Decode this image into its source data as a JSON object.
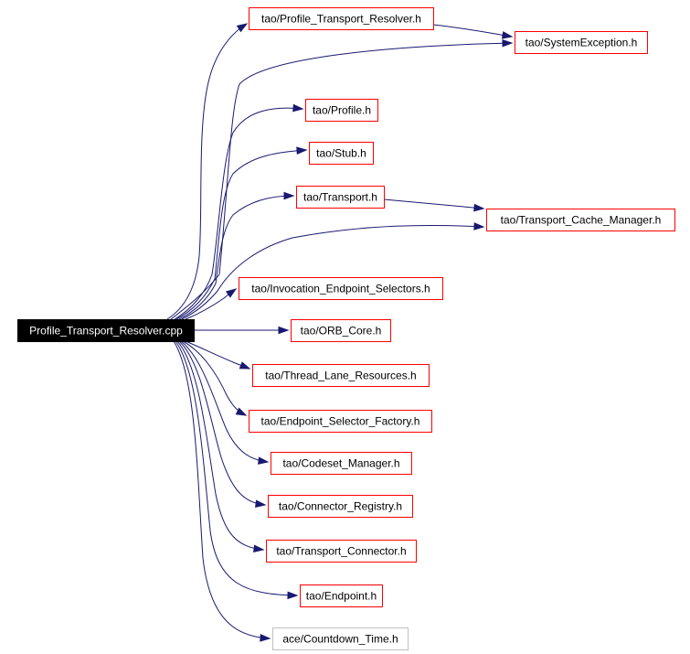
{
  "graph": {
    "root": {
      "id": "root",
      "label": "Profile_Transport_Resolver.cpp"
    },
    "nodes": [
      {
        "id": "ptr_h",
        "label": "tao/Profile_Transport_Resolver.h"
      },
      {
        "id": "sysexc",
        "label": "tao/SystemException.h"
      },
      {
        "id": "profile",
        "label": "tao/Profile.h"
      },
      {
        "id": "stub",
        "label": "tao/Stub.h"
      },
      {
        "id": "transport",
        "label": "tao/Transport.h"
      },
      {
        "id": "tcm",
        "label": "tao/Transport_Cache_Manager.h"
      },
      {
        "id": "ies",
        "label": "tao/Invocation_Endpoint_Selectors.h"
      },
      {
        "id": "orbcore",
        "label": "tao/ORB_Core.h"
      },
      {
        "id": "tlr",
        "label": "tao/Thread_Lane_Resources.h"
      },
      {
        "id": "esf",
        "label": "tao/Endpoint_Selector_Factory.h"
      },
      {
        "id": "csm",
        "label": "tao/Codeset_Manager.h"
      },
      {
        "id": "creg",
        "label": "tao/Connector_Registry.h"
      },
      {
        "id": "tconn",
        "label": "tao/Transport_Connector.h"
      },
      {
        "id": "endpoint",
        "label": "tao/Endpoint.h"
      },
      {
        "id": "countdown",
        "label": "ace/Countdown_Time.h",
        "external": true
      }
    ],
    "edges": [
      [
        "root",
        "ptr_h"
      ],
      [
        "root",
        "sysexc"
      ],
      [
        "root",
        "profile"
      ],
      [
        "root",
        "stub"
      ],
      [
        "root",
        "transport"
      ],
      [
        "root",
        "tcm"
      ],
      [
        "root",
        "ies"
      ],
      [
        "root",
        "orbcore"
      ],
      [
        "root",
        "tlr"
      ],
      [
        "root",
        "esf"
      ],
      [
        "root",
        "csm"
      ],
      [
        "root",
        "creg"
      ],
      [
        "root",
        "tconn"
      ],
      [
        "root",
        "endpoint"
      ],
      [
        "root",
        "countdown"
      ],
      [
        "ptr_h",
        "sysexc"
      ],
      [
        "transport",
        "tcm"
      ]
    ]
  }
}
